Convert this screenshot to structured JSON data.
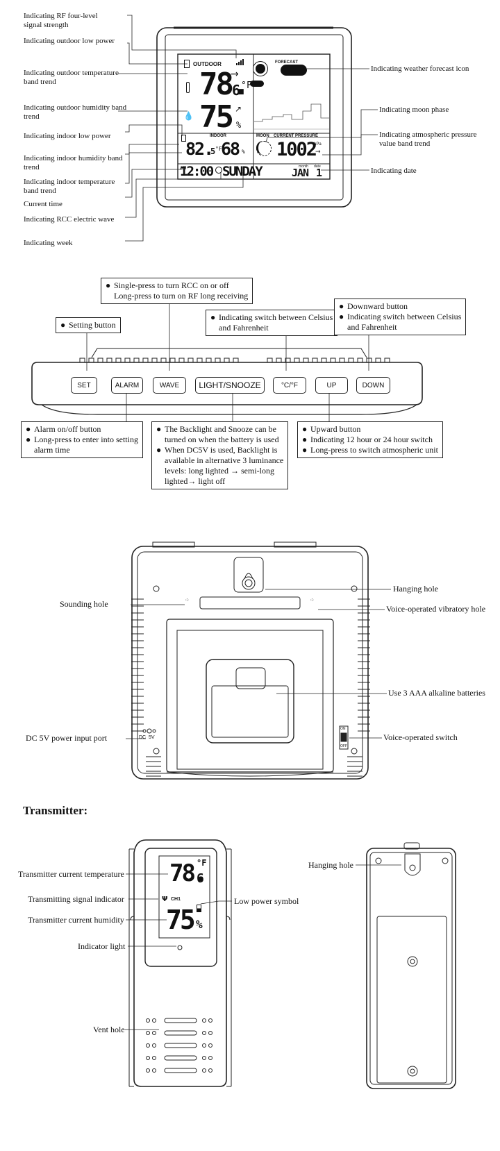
{
  "front": {
    "labels_left": [
      "Indicating RF four-level\nsignal strength",
      "Indicating outdoor low power",
      "Indicating outdoor temperature\nband trend",
      "Indicating outdoor humidity band\ntrend",
      "Indicating indoor low power",
      "Indicating indoor humidity band\ntrend",
      "Indicating indoor temperature\nband trend",
      "Current time",
      "Indicating RCC electric wave",
      "Indicating week"
    ],
    "labels_right": [
      "Indicating weather forecast icon",
      "Indicating moon phase",
      "Indicating atmospheric pressure\nvalue band trend",
      "Indicating date"
    ],
    "lcd": {
      "outdoor": "OUTDOOR",
      "forecast": "FORECAST",
      "out_temp": "78.",
      "out_temp_dec": "6",
      "out_temp_unit": "°F",
      "out_hum": "75",
      "out_hum_unit": "%",
      "indoor": "INDOOR",
      "in_temp": "82.",
      "in_temp_dec": "5",
      "in_temp_unit": "°F",
      "in_hum": "68",
      "in_hum_unit": "%",
      "moon": "MOON",
      "current_pressure": "CURRENT PRESSURE",
      "pressure": "1002",
      "pressure_unit": "hPa",
      "am": "AM",
      "time": "12:00",
      "weekday": "SUNDAY",
      "month_label": "month",
      "date_label": "date",
      "month": "JAN",
      "day": "1"
    }
  },
  "buttons": {
    "labels": [
      "SET",
      "ALARM",
      "WAVE",
      "LIGHT/SNOOZE",
      "°C/°F",
      "UP",
      "DOWN"
    ],
    "callout_setting": "Setting button",
    "callout_wave": [
      "Single-press to turn RCC on or off",
      "Long-press to turn on RF long receiving"
    ],
    "callout_cf": [
      "Indicating switch between Celsius",
      "and Fahrenheit"
    ],
    "callout_down": [
      "Downward button",
      "Indicating switch between Celsius",
      "and Fahrenheit"
    ],
    "callout_alarm": [
      "Alarm on/off button",
      "Long-press to enter into setting",
      "alarm time"
    ],
    "callout_light": [
      "The Backlight and Snooze can be",
      "turned on when the battery is used",
      "When DC5V is used, Backlight is",
      "available in alternative 3 luminance",
      "levels: long lighted → semi-long",
      "lighted→ light off"
    ],
    "callout_up": [
      "Upward button",
      "Indicating 12 hour or 24 hour switch",
      "Long-press to switch atmospheric unit"
    ]
  },
  "back": {
    "hanging_hole": "Hanging hole",
    "sounding_hole": "Sounding hole",
    "voice_vibratory": "Voice-operated vibratory hole",
    "batteries": "Use 3 AAA alkaline batteries",
    "dc_port": "DC 5V power input port",
    "voice_switch": "Voice-operated switch",
    "dc_mark": "DC  5V",
    "switch_on": "ON",
    "switch_off": "OFF"
  },
  "transmitter": {
    "heading": "Transmitter:",
    "current_temp": "Transmitter current temperature",
    "signal": "Transmitting signal indicator",
    "current_hum": "Transmitter current humidity",
    "indicator_light": "Indicator light",
    "vent_hole": "Vent hole",
    "low_power": "Low power symbol",
    "hanging_hole": "Hanging hole",
    "lcd_temp": "78.",
    "lcd_temp_dec": "6",
    "lcd_temp_unit": "°F",
    "lcd_hum": "75",
    "lcd_hum_unit": "%",
    "lcd_ch": "CH1"
  }
}
